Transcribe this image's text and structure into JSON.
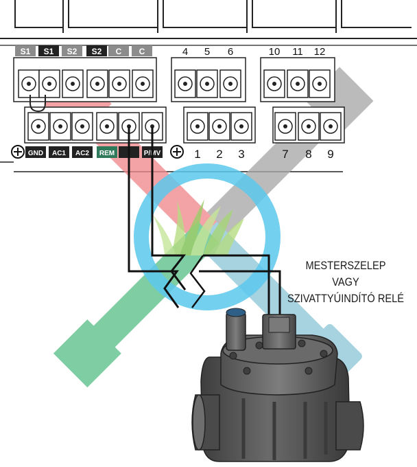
{
  "top_terminal_labels": {
    "left": [
      "S1",
      "S1",
      "S2",
      "S2",
      "C",
      "C"
    ],
    "left_dark": [
      false,
      true,
      false,
      true,
      false,
      false
    ],
    "middle": [
      "4",
      "5",
      "6"
    ],
    "right": [
      "10",
      "11",
      "12"
    ]
  },
  "bottom_terminal_labels": {
    "left": [
      "GND",
      "AC1",
      "AC2",
      "REM",
      "",
      "P/MV"
    ],
    "middle": [
      "1",
      "2",
      "3"
    ],
    "right": [
      "7",
      "8",
      "9"
    ]
  },
  "caption": {
    "line1": "MESTERSZELEP",
    "line2": "VAGY",
    "line3": "SZIVATTYÚINDÍTÓ RELÉ"
  },
  "icons": [
    "ground-icon",
    "ground-icon",
    "sprinkler-cross-watermark",
    "valve-icon",
    "grass-icon"
  ],
  "colors": {
    "wire": "#111111",
    "watermark_green": "#5cbf8a",
    "watermark_blue": "#8fc6d8",
    "watermark_red": "#f08a8e",
    "watermark_gray": "#a9a9a9",
    "watermark_cyan_ring": "#5cc8ec",
    "valve_body": "#5b5b5b",
    "terminal_block": "#ffffff",
    "label_dark_bg": "#222222",
    "label_light_bg": "#8c8c8c",
    "label_rem_bg": "#2f7a5a"
  }
}
